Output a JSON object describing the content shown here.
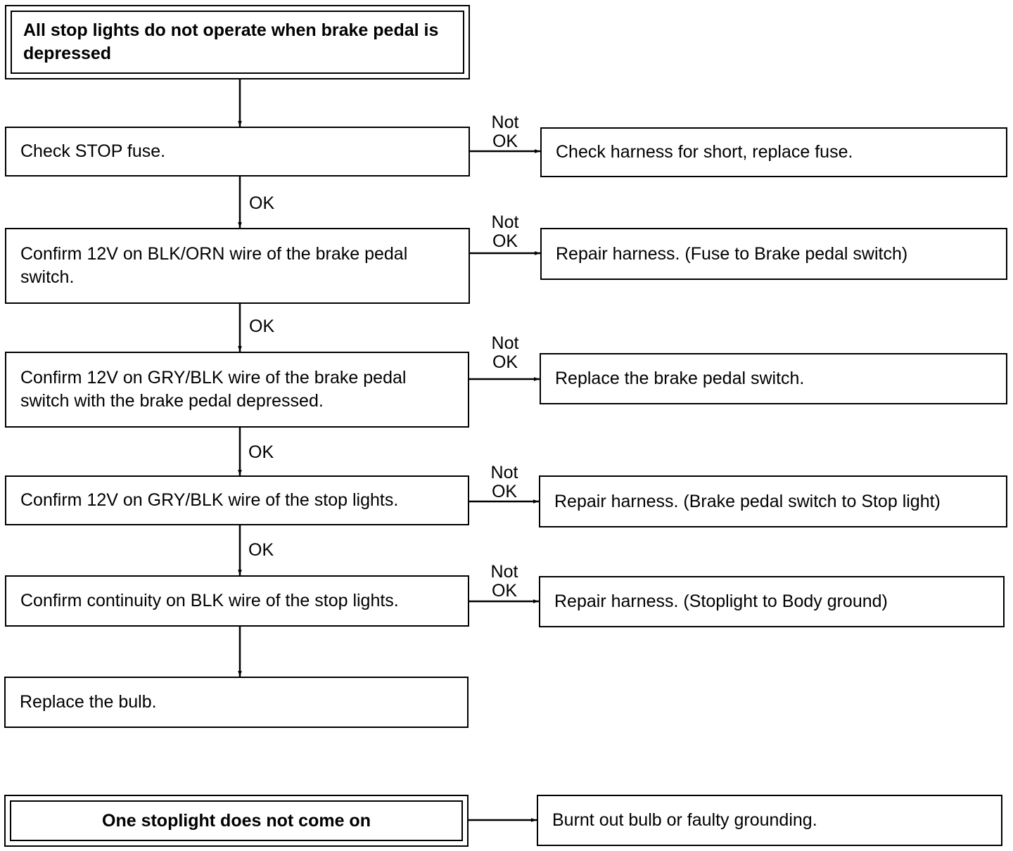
{
  "chart1": {
    "start": "All stop lights do not operate when brake pedal is depressed",
    "steps": [
      {
        "text": "Check STOP fuse.",
        "fail_action": "Check harness for short, replace fuse."
      },
      {
        "text": "Confirm 12V on BLK/ORN wire of the brake pedal switch.",
        "fail_action": "Repair harness. (Fuse to Brake pedal switch)"
      },
      {
        "text": "Confirm 12V on GRY/BLK wire of the brake pedal switch with the brake pedal depressed.",
        "fail_action": "Replace the brake pedal switch."
      },
      {
        "text": "Confirm 12V on GRY/BLK wire of the stop lights.",
        "fail_action": "Repair harness. (Brake pedal switch to Stop light)"
      },
      {
        "text": "Confirm continuity on BLK wire of the stop lights.",
        "fail_action": "Repair harness. (Stoplight to Body ground)"
      }
    ],
    "final": "Replace the bulb."
  },
  "chart2": {
    "start": "One stoplight does not come on",
    "result": "Burnt out bulb or faulty grounding."
  },
  "labels": {
    "ok": "OK",
    "not_ok_line1": "Not",
    "not_ok_line2": "OK"
  }
}
